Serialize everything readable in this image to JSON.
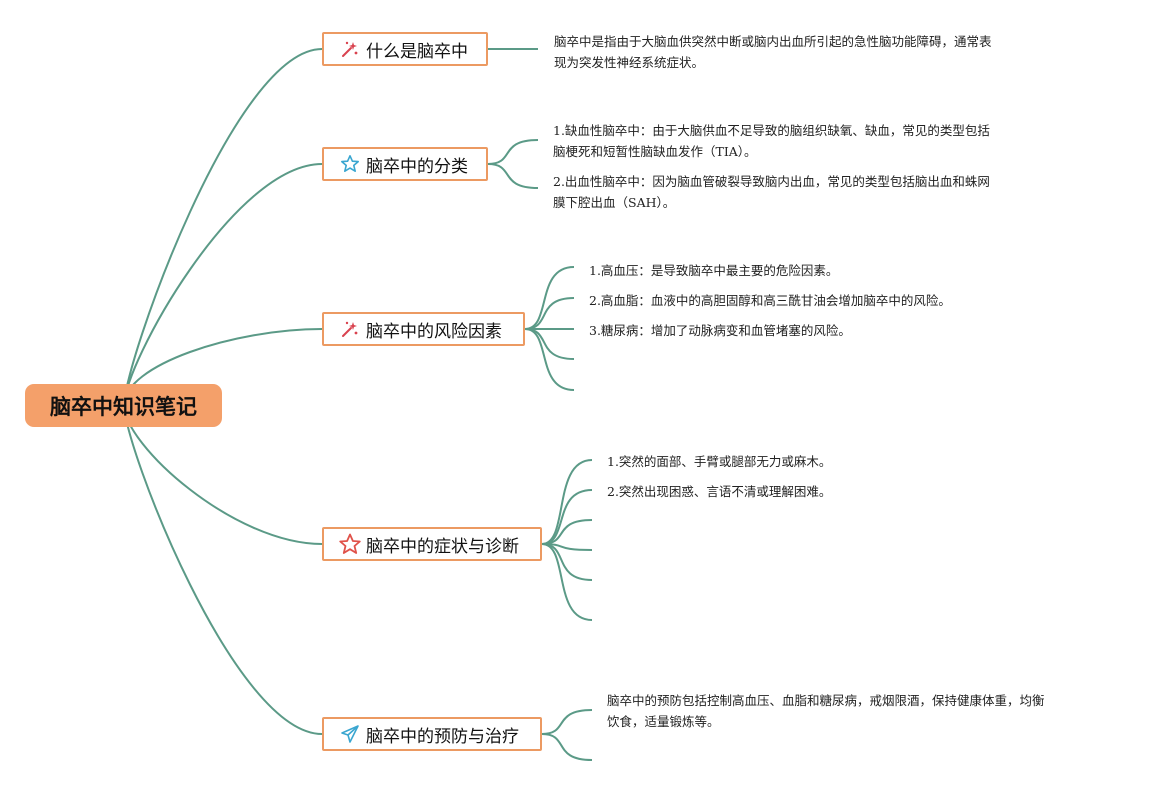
{
  "root": {
    "title": "脑卒中知识笔记"
  },
  "topics": [
    {
      "title": "什么是脑卒中",
      "icon": "sparkle-icon",
      "notes": [
        {
          "lines": [
            "脑卒中是指由于大脑血供突然中断或脑内出血所引起的急性脑功能障碍，通常表",
            "现为突发性神经系统症状。"
          ]
        }
      ]
    },
    {
      "title": "脑卒中的分类",
      "icon": "star-outline-icon",
      "notes": [
        {
          "lines": [
            "1.缺血性脑卒中：由于大脑供血不足导致的脑组织缺氧、缺血，常见的类型包括",
            "脑梗死和短暂性脑缺血发作（TIA）。"
          ]
        },
        {
          "lines": [
            "2.出血性脑卒中：因为脑血管破裂导致脑内出血，常见的类型包括脑出血和蛛网",
            "膜下腔出血（SAH）。"
          ]
        }
      ]
    },
    {
      "title": "脑卒中的风险因素",
      "icon": "sparkle-icon",
      "notes": [
        {
          "lines": [
            "1.高血压：是导致脑卒中最主要的危险因素。"
          ]
        },
        {
          "lines": [
            "2.高血脂：血液中的高胆固醇和高三酰甘油会增加脑卒中的风险。"
          ]
        },
        {
          "lines": [
            "3.糖尿病：增加了动脉病变和血管堵塞的风险。"
          ]
        }
      ]
    },
    {
      "title": "脑卒中的症状与诊断",
      "icon": "star-red-icon",
      "notes": [
        {
          "lines": [
            "1.突然的面部、手臂或腿部无力或麻木。"
          ]
        },
        {
          "lines": [
            "2.突然出现困惑、言语不清或理解困难。"
          ]
        }
      ]
    },
    {
      "title": "脑卒中的预防与治疗",
      "icon": "paper-plane-icon",
      "notes": [
        {
          "lines": [
            "脑卒中的预防包括控制高血压、血脂和糖尿病，戒烟限酒，保持健康体重，均衡",
            "饮食，适量锻炼等。"
          ]
        }
      ]
    }
  ],
  "colors": {
    "connector": "#5b9a87",
    "topic_border": "#ec9a62",
    "root_fill": "#f4a06a",
    "sparkle": "#d9434f",
    "star_outline": "#3aa6d0",
    "star_red": "#e0524a",
    "plane": "#3aa6d0"
  }
}
